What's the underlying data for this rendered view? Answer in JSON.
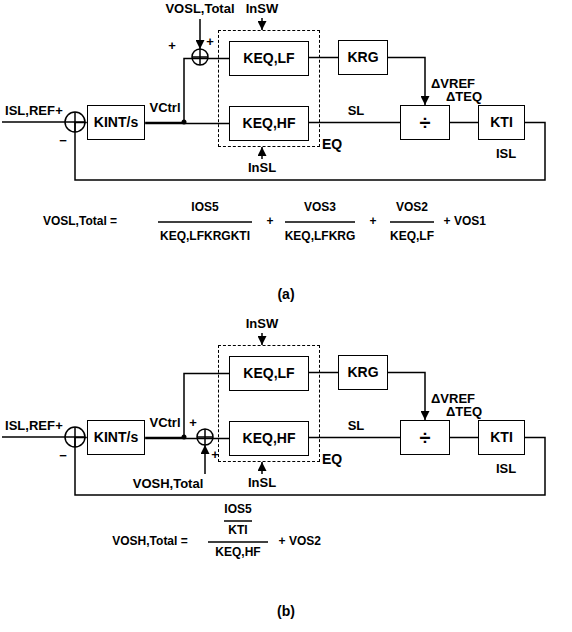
{
  "diagram": {
    "nodes": [
      {
        "text": [
          "KINT/s"
        ]
      },
      {
        "text": [
          "EQ"
        ]
      },
      {
        "text": [
          "KEQ,LF"
        ],
        "in": 1
      },
      {
        "text": [
          "KEQ,HF"
        ],
        "in": 1
      },
      {
        "text": [
          "KRG"
        ]
      },
      {
        "text": [
          "÷"
        ]
      },
      {
        "text": [
          "KTI"
        ]
      },
      {
        "text": [
          "KINT/s"
        ]
      },
      {
        "text": [
          "EQ"
        ]
      },
      {
        "text": [
          "KEQ,LF"
        ],
        "in": 8
      },
      {
        "text": [
          "KEQ,HF"
        ],
        "in": 8
      },
      {
        "text": [
          "KRG"
        ]
      },
      {
        "text": [
          "÷"
        ]
      },
      {
        "text": [
          "KTI"
        ]
      }
    ],
    "edges": [
      {
        "from": 0,
        "to": 2,
        "arrow": "none"
      },
      {
        "from": 0,
        "to": 3,
        "arrow": "none"
      },
      {
        "from": 2,
        "to": 4,
        "arrow": "none"
      },
      {
        "from": 4,
        "to": 5,
        "label": "ΔVREF",
        "arrow": "to"
      },
      {
        "from": 3,
        "to": 5,
        "label": "SL",
        "arrow": "none"
      },
      {
        "from": 5,
        "to": 6,
        "label": "ΔTEQ",
        "arrow": "none"
      },
      {
        "from": 6,
        "to": 0,
        "arrow": "none"
      },
      {
        "from": 7,
        "to": 9,
        "arrow": "none"
      },
      {
        "from": 7,
        "to": 10,
        "arrow": "none"
      },
      {
        "from": 9,
        "to": 11,
        "arrow": "none"
      },
      {
        "from": 11,
        "to": 12,
        "label": "ΔVREF",
        "arrow": "to"
      },
      {
        "from": 10,
        "to": 12,
        "label": "SL",
        "arrow": "none"
      },
      {
        "from": 12,
        "to": 13,
        "label": "ΔTEQ",
        "arrow": "none"
      },
      {
        "from": 13,
        "to": 7,
        "arrow": "none"
      }
    ],
    "labels": [
      "VOSL,Total",
      "InSW",
      "ISL,REF",
      "VCtrl",
      "InSL",
      "ISL",
      "+",
      "+",
      "+",
      "−",
      "VOSL,Total =",
      "IOS5",
      "KEQ,LFKRGKTI",
      "+",
      "VOS3",
      "KEQ,LFKRG",
      "+",
      "VOS2",
      "KEQ,LF",
      "+",
      "VOS1",
      "(a)",
      "InSW",
      "ISL,REF",
      "VCtrl",
      "VOSH,Total",
      "InSL",
      "ISL",
      "+",
      "−",
      "+",
      "+",
      "VOSH,Total =",
      "IOS5",
      "KTI",
      "KEQ,HF",
      "+",
      "VOS2",
      "(b)"
    ]
  }
}
